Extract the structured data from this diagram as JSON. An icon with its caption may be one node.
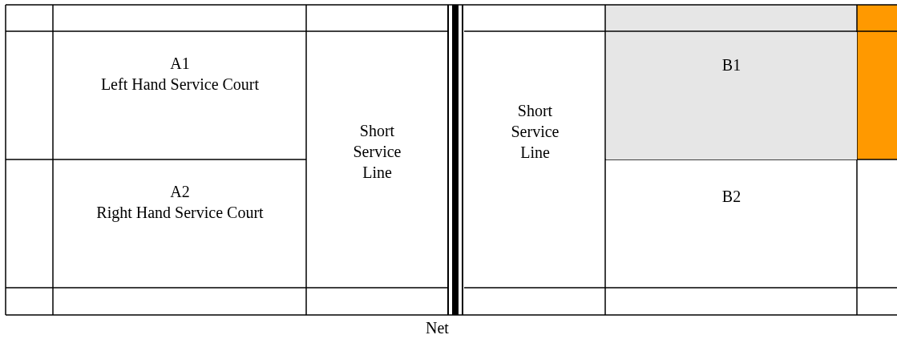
{
  "diagram": {
    "nodes": [
      {
        "text": [
          "A1",
          "Left Hand Service Court"
        ]
      },
      {
        "text": [
          "A2",
          "Right Hand Service Court"
        ]
      },
      {
        "text": [
          "Short Service Line"
        ]
      },
      {
        "text": [
          "Short Service Line"
        ]
      },
      {
        "text": [
          "B1"
        ]
      },
      {
        "text": [
          "B2"
        ]
      }
    ],
    "labels": [
      "Net"
    ]
  }
}
